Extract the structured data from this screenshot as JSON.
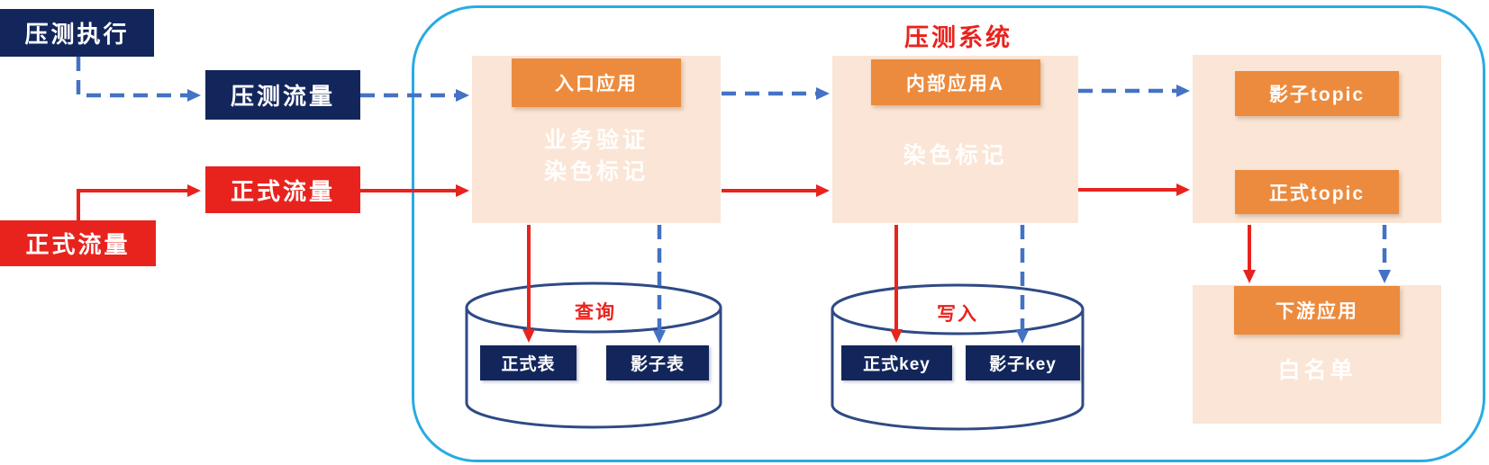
{
  "nodes": {
    "stress_exec": "压测执行",
    "stress_traffic": "压测流量",
    "formal_traffic": "正式流量",
    "formal_source": "正式流量"
  },
  "system": {
    "title": "压测系统",
    "entry": {
      "header": "入口应用",
      "line1": "业务验证",
      "line2": "染色标记"
    },
    "internal": {
      "header": "内部应用A",
      "line1": "染色标记"
    },
    "mq": {
      "shadow_topic": "影子topic",
      "formal_topic": "正式topic"
    },
    "downstream": {
      "header": "下游应用",
      "line1": "白名单"
    },
    "db": {
      "label": "查询",
      "formal": "正式表",
      "shadow": "影子表"
    },
    "cache": {
      "label": "写入",
      "formal": "正式key",
      "shadow": "影子key"
    }
  },
  "colors": {
    "stress_flow_blue": "#4472c4",
    "formal_flow_red": "#e8231e",
    "navy_box": "#13265c",
    "orange_header": "#ec8b3d",
    "peach_panel": "#fbe5d6",
    "system_border_cyan": "#29abe2",
    "cylinder_stroke": "#2e4a85"
  }
}
